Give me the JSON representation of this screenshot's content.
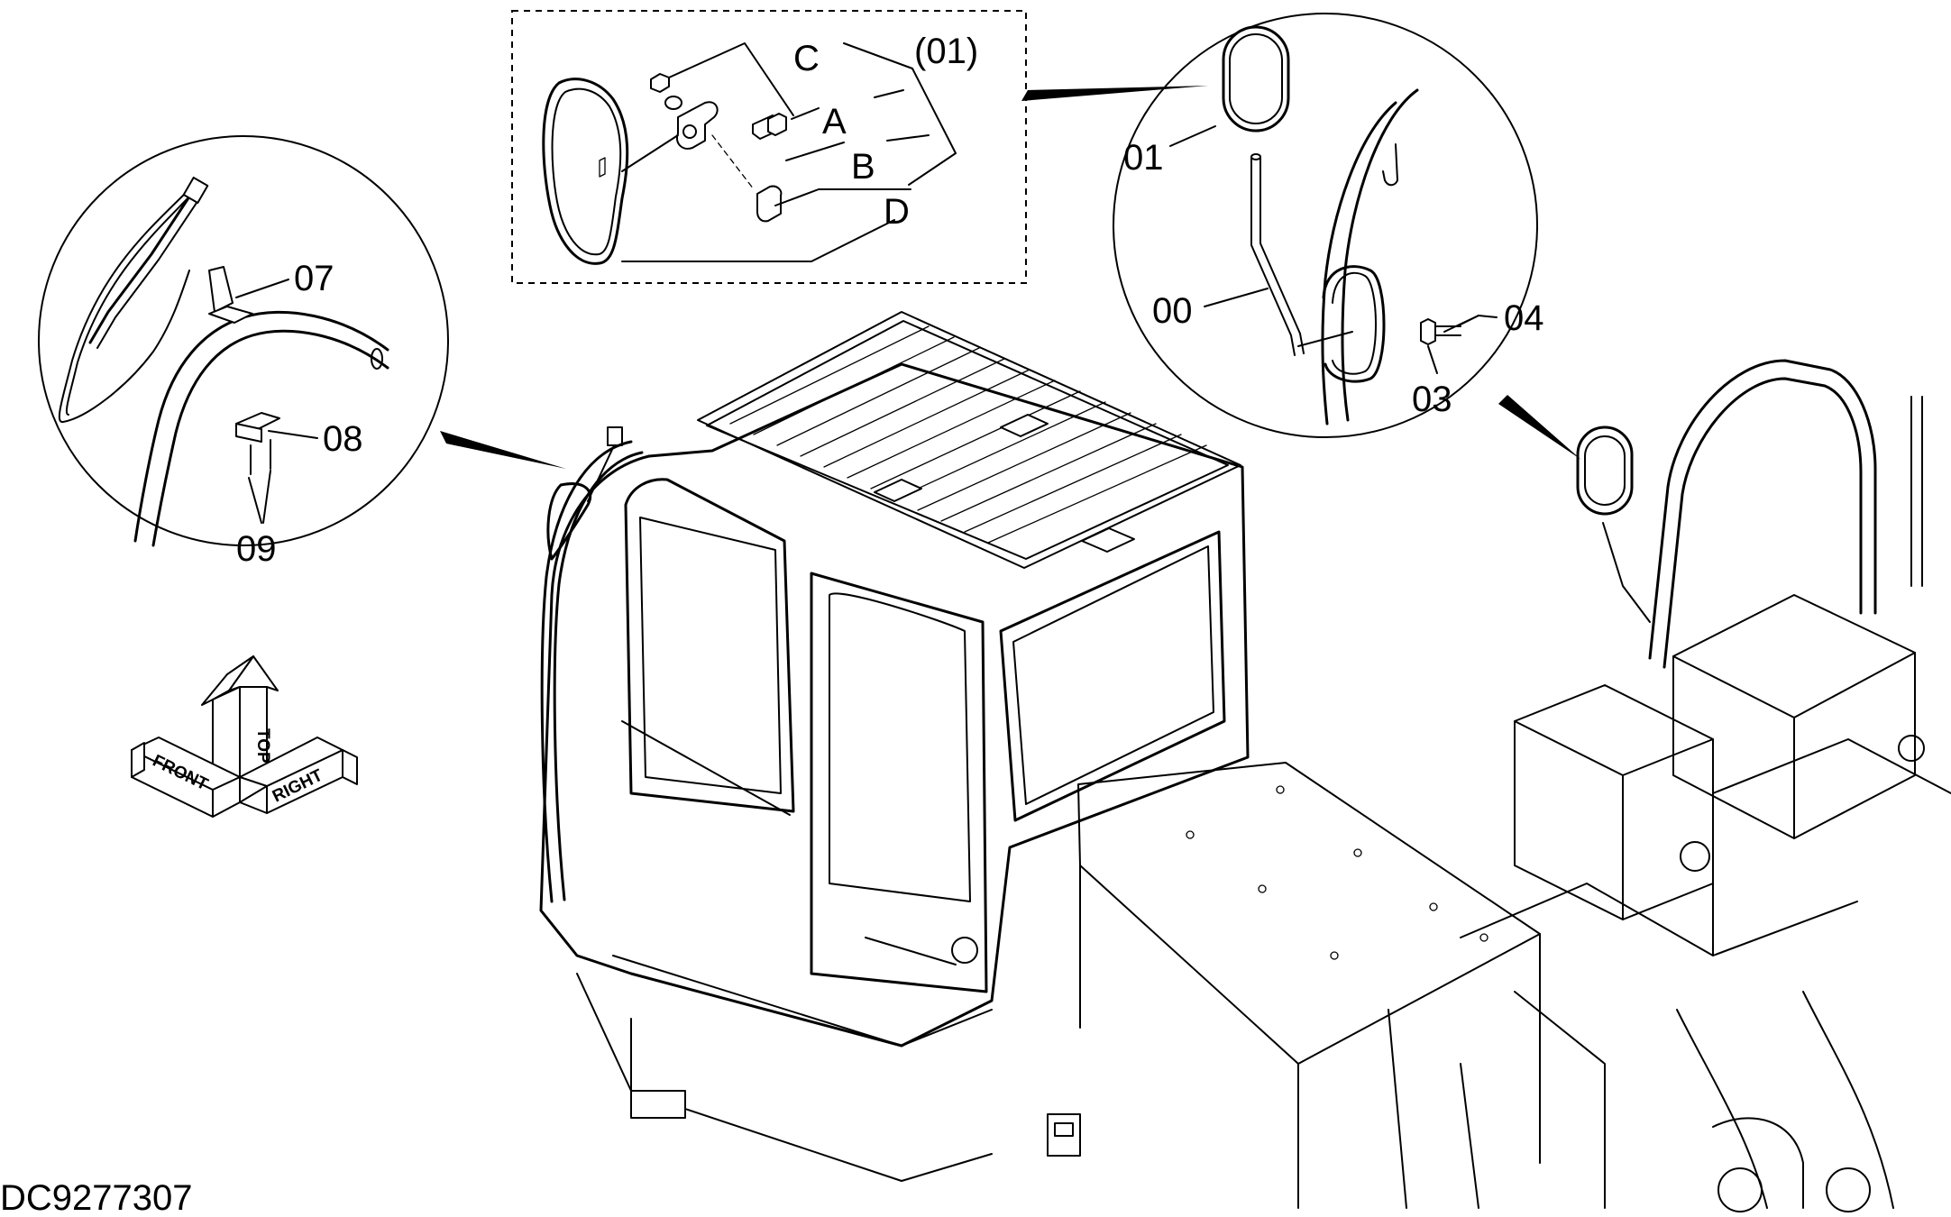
{
  "document_number": "DC9277307",
  "callouts": {
    "detail_top": {
      "c_label": "C",
      "a_label": "A",
      "b_label": "B",
      "d_label": "D",
      "assy_label": "(01)"
    },
    "detail_left": {
      "p07": "07",
      "p08": "08",
      "p09": "09"
    },
    "detail_right": {
      "p01": "01",
      "p00": "00",
      "p04": "04",
      "p03": "03"
    }
  },
  "direction_indicator": {
    "front": "FRONT",
    "top": "TOP",
    "right": "RIGHT"
  }
}
